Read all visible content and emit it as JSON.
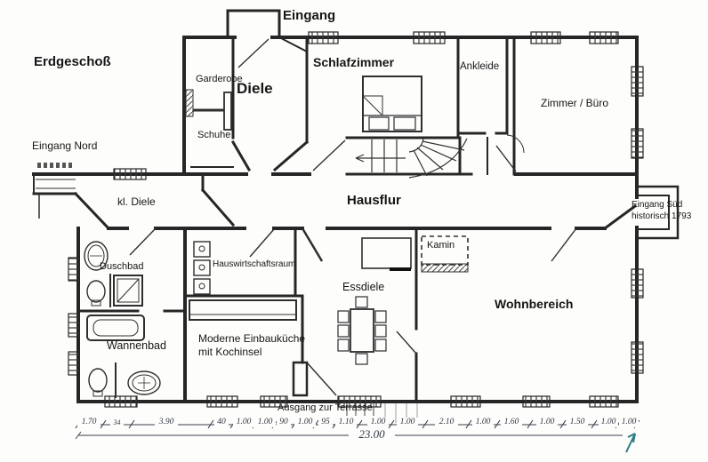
{
  "labels": {
    "title": "Erdgeschoß",
    "eingang": "Eingang",
    "eingang_nord": "Eingang Nord",
    "eingang_sued_line1": "Eingang Süd",
    "eingang_sued_line2": "historisch 1793",
    "garderobe": "Garderobe",
    "diele": "Diele",
    "schuhe": "Schuhe",
    "schlafzimmer": "Schlafzimmer",
    "ankleide": "Ankleide",
    "zimmer_buero": "Zimmer / Büro",
    "kl_diele": "kl. Diele",
    "hausflur": "Hausflur",
    "duschbad": "Duschbad",
    "wannenbad": "Wannenbad",
    "hauswirtschaftsraum": "Hauswirtschaftsraum",
    "kueche_line1": "Moderne Einbauküche",
    "kueche_line2": "mit Kochinsel",
    "essdiele": "Essdiele",
    "kamin": "Kamin",
    "wohnbereich": "Wohnbereich",
    "ausgang_terrasse": "Ausgang zur Terrasse"
  },
  "dimensions": {
    "row": [
      "1.70",
      "34",
      "3.90",
      "40",
      "1.00",
      "1.00",
      "90",
      "1.00",
      "95",
      "1.10",
      "1.00",
      "1.00",
      "2.10",
      "1.00",
      "1.60",
      "1.00",
      "1.50",
      "1.00",
      "1.00"
    ],
    "total": "23.00"
  },
  "colors": {
    "ink": "#262626",
    "paper": "#fdfdfc",
    "dimension_arrow": "#2e7d84"
  }
}
